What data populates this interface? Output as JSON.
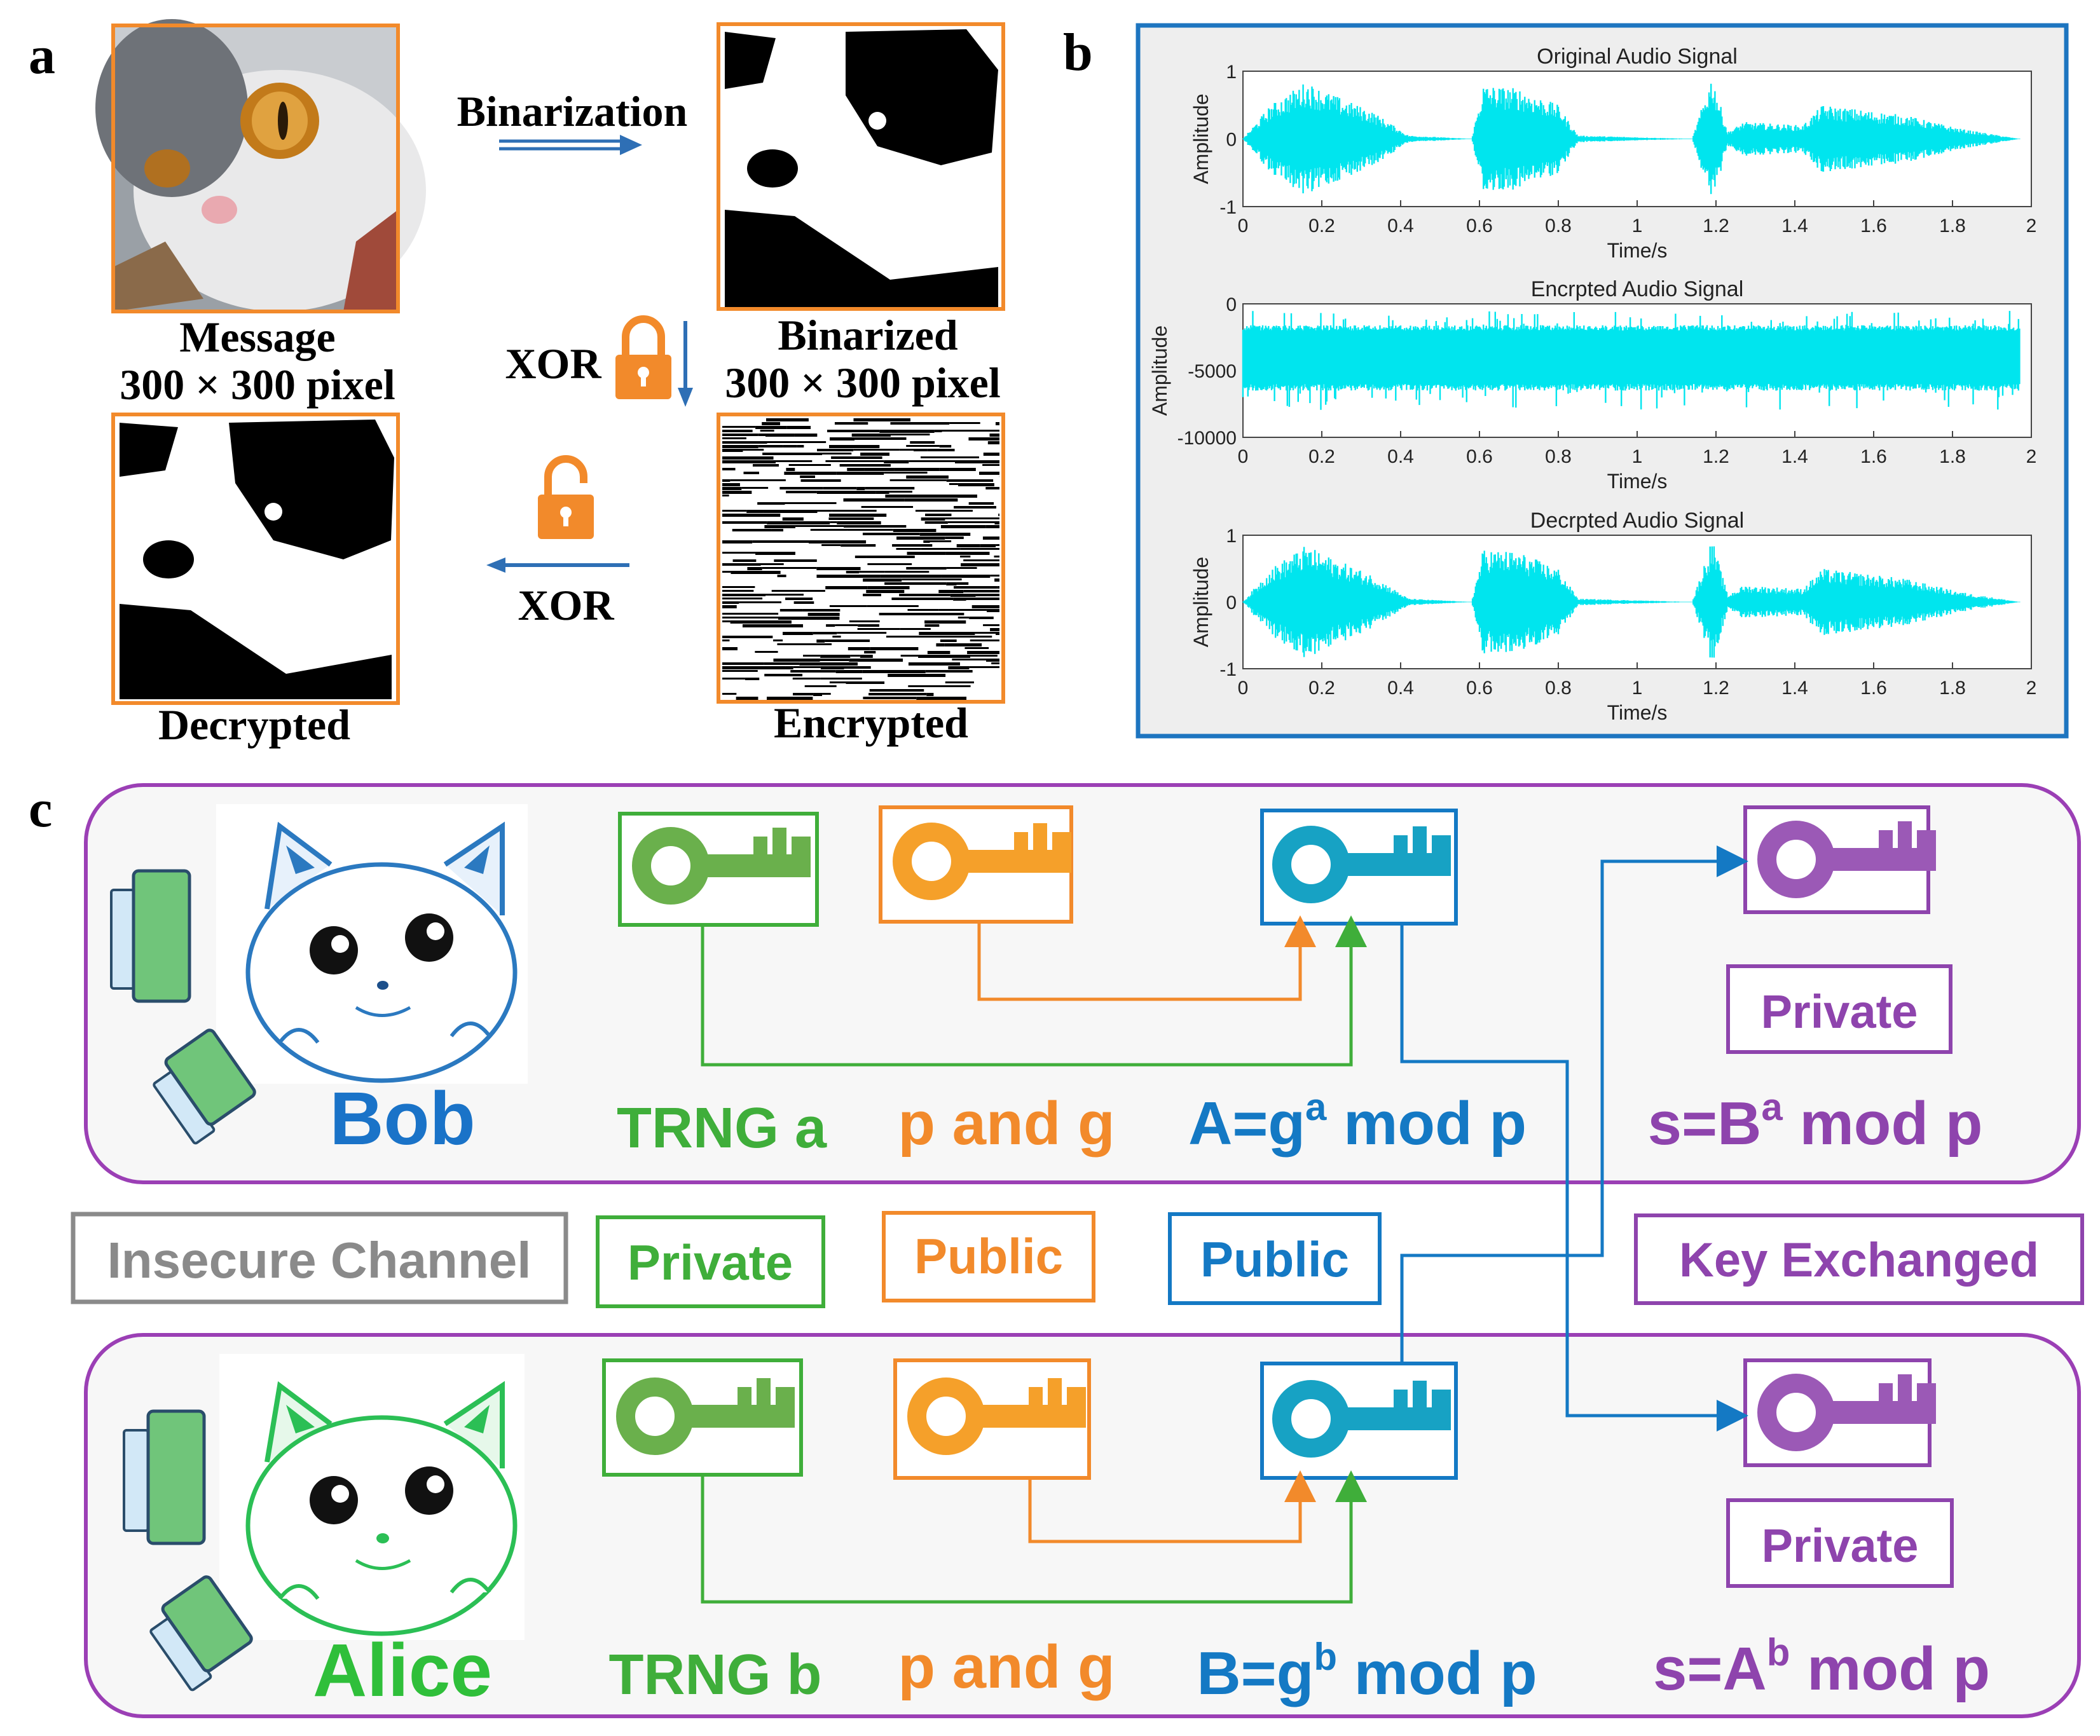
{
  "panel_a": {
    "panel_letter": "a",
    "binarization_label": "Binarization",
    "message_caption_line1": "Message",
    "message_caption_line2": "300 × 300 pixel",
    "binarized_caption_line1": "Binarized",
    "binarized_caption_line2": "300 × 300 pixel",
    "xor_encrypt_label": "XOR",
    "xor_decrypt_label": "XOR",
    "decrypted_caption": "Decrypted",
    "encrypted_caption": "Encrypted",
    "accent_color": "#f28a2b",
    "arrow_color": "#2e6fb5"
  },
  "panel_b": {
    "panel_letter": "b",
    "signal_color": "#00e5ee",
    "frame_color": "#1d75c0"
  },
  "chart_data": [
    {
      "type": "line",
      "title": "Original Audio Signal",
      "xlabel": "Time/s",
      "ylabel": "Amplitude",
      "xlim": [
        0,
        2
      ],
      "ylim": [
        -1,
        1
      ],
      "xticks": [
        "0",
        "0.2",
        "0.4",
        "0.6",
        "0.8",
        "1",
        "1.2",
        "1.4",
        "1.6",
        "1.8",
        "2"
      ],
      "yticks": [
        "-1",
        "0",
        "1"
      ],
      "x": [
        0.0,
        0.07,
        0.16,
        0.21,
        0.33,
        0.42,
        0.58,
        0.61,
        0.7,
        0.8,
        0.85,
        1.14,
        1.19,
        1.23,
        1.27,
        1.42,
        1.47,
        1.68,
        1.82,
        1.97
      ],
      "envelope": [
        0.0,
        0.5,
        0.85,
        0.7,
        0.4,
        0.05,
        0.0,
        0.8,
        0.75,
        0.5,
        0.05,
        0.0,
        0.95,
        0.1,
        0.25,
        0.2,
        0.5,
        0.35,
        0.15,
        0.0
      ]
    },
    {
      "type": "line",
      "title": "Encrpted Audio Signal",
      "xlabel": "Time/s",
      "ylabel": "Amplitude",
      "xlim": [
        0,
        2
      ],
      "ylim": [
        -10000,
        0
      ],
      "xticks": [
        "0",
        "0.2",
        "0.4",
        "0.6",
        "0.8",
        "1",
        "1.2",
        "1.4",
        "1.6",
        "1.8",
        "2"
      ],
      "yticks": [
        "-10000",
        "-5000",
        "0"
      ],
      "band_low": -6000,
      "band_high": -2000
    },
    {
      "type": "line",
      "title": "Decrpted Audio Signal",
      "xlabel": "Time/s",
      "ylabel": "Amplitude",
      "xlim": [
        0,
        2
      ],
      "ylim": [
        -1,
        1
      ],
      "xticks": [
        "0",
        "0.2",
        "0.4",
        "0.6",
        "0.8",
        "1",
        "1.2",
        "1.4",
        "1.6",
        "1.8",
        "2"
      ],
      "yticks": [
        "-1",
        "0",
        "1"
      ],
      "x": [
        0.0,
        0.07,
        0.16,
        0.21,
        0.33,
        0.42,
        0.58,
        0.61,
        0.7,
        0.8,
        0.85,
        1.14,
        1.19,
        1.23,
        1.27,
        1.42,
        1.47,
        1.68,
        1.82,
        1.97
      ],
      "envelope": [
        0.0,
        0.5,
        0.85,
        0.7,
        0.4,
        0.05,
        0.0,
        0.8,
        0.75,
        0.5,
        0.05,
        0.0,
        0.95,
        0.1,
        0.25,
        0.2,
        0.5,
        0.35,
        0.15,
        0.0
      ]
    }
  ],
  "panel_c": {
    "panel_letter": "c",
    "bob": {
      "name": "Bob",
      "trng_label": "TRNG a",
      "pg_label": "p and g",
      "public_formula_base": "A=g",
      "public_formula_exp": "a",
      "public_formula_tail": " mod p",
      "secret_formula_base": "s=B",
      "secret_formula_exp": "a",
      "secret_formula_tail": " mod p",
      "private_tag": "Private"
    },
    "alice": {
      "name": "Alice",
      "trng_label": "TRNG b",
      "pg_label": "p and g",
      "public_formula_base": "B=g",
      "public_formula_exp": "b",
      "public_formula_tail": " mod p",
      "secret_formula_base": "s=A",
      "secret_formula_exp": "b",
      "secret_formula_tail": " mod p",
      "private_tag": "Private"
    },
    "legend": {
      "insecure_channel": "Insecure Channel",
      "private": "Private",
      "public_orange": "Public",
      "public_blue": "Public",
      "key_exchanged": "Key Exchanged"
    },
    "colors": {
      "frame": "#9b3fb5",
      "green": "#3fae3a",
      "orange": "#f28a2b",
      "blue": "#1479c4",
      "purple": "#8e44ad",
      "gray": "#8a8a8a",
      "bob_name": "#1a73c8",
      "alice_name": "#2fbf3a"
    }
  }
}
